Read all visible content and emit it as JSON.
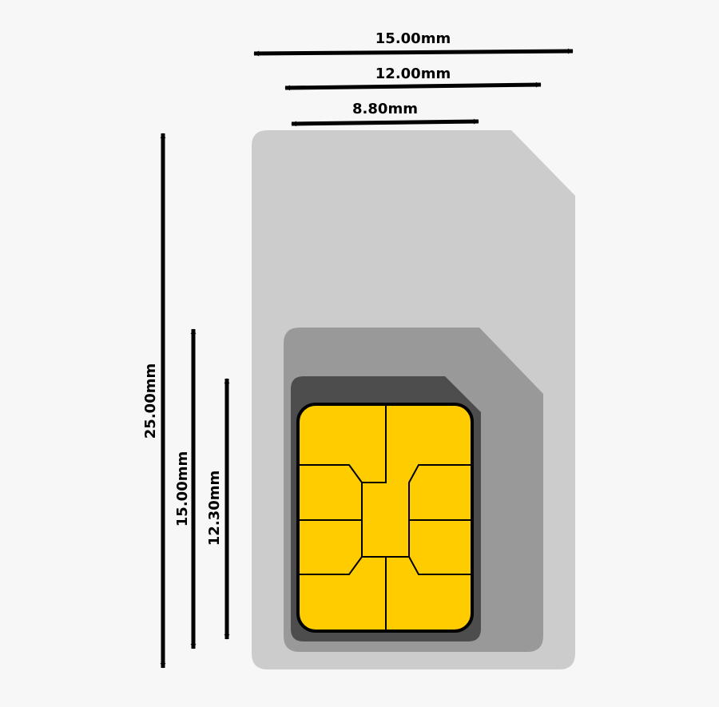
{
  "colors": {
    "background": "#f7f7f7",
    "card_mini": "#cccccc",
    "card_micro": "#999999",
    "card_nano": "#4d4d4d",
    "chip_gold": "#ffcc00",
    "chip_outline": "#000000",
    "arrow": "#000000"
  },
  "dimensions": {
    "width_mini": "15.00mm",
    "width_micro": "12.00mm",
    "width_nano": "8.80mm",
    "height_mini": "25.00mm",
    "height_micro": "15.00mm",
    "height_nano": "12.30mm"
  }
}
